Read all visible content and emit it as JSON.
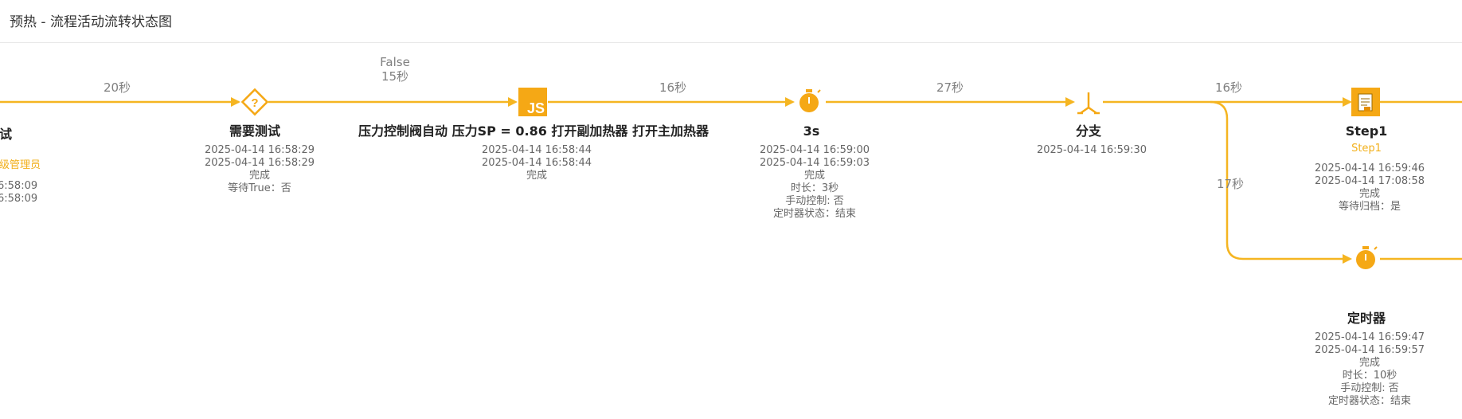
{
  "header": {
    "title": "预热 - 流程活动流转状态图"
  },
  "colors": {
    "accent": "#f5a815",
    "line": "#f5b521",
    "text_muted": "#808080",
    "text": "#222222"
  },
  "edges": [
    {
      "label": "20秒"
    },
    {
      "condition": "False",
      "label": "15秒"
    },
    {
      "label": "16秒"
    },
    {
      "label": "27秒"
    },
    {
      "label": "16秒"
    },
    {
      "label": "17秒"
    }
  ],
  "nodes": {
    "partial": {
      "title": "测试",
      "assignee": "超级管理员",
      "times": [
        "6:58:09",
        "6:58:09"
      ]
    },
    "decision": {
      "icon": "question-diamond-icon",
      "title": "需要测试",
      "lines": [
        "2025-04-14 16:58:29",
        "2025-04-14 16:58:29",
        "完成",
        "等待True：否"
      ]
    },
    "script": {
      "icon": "js-icon",
      "title": "压力控制阀自动 压力SP = 0.86 打开副加热器 打开主加热器",
      "lines": [
        "2025-04-14 16:58:44",
        "2025-04-14 16:58:44",
        "完成"
      ]
    },
    "timer1": {
      "icon": "stopwatch-icon",
      "title": "3s",
      "lines": [
        "2025-04-14 16:59:00",
        "2025-04-14 16:59:03",
        "完成",
        "时长：3秒",
        "手动控制: 否",
        "定时器状态：结束"
      ]
    },
    "fork": {
      "icon": "fork-icon",
      "title": "分支",
      "lines": [
        "2025-04-14 16:59:30"
      ]
    },
    "step1": {
      "icon": "document-icon",
      "title": "Step1",
      "subtitle": "Step1",
      "lines": [
        "2025-04-14 16:59:46",
        "2025-04-14 17:08:58",
        "完成",
        "等待归档：是"
      ]
    },
    "timer2": {
      "icon": "stopwatch-icon",
      "title": "定时器",
      "lines": [
        "2025-04-14 16:59:47",
        "2025-04-14 16:59:57",
        "完成",
        "时长：10秒",
        "手动控制: 否",
        "定时器状态：结束"
      ]
    }
  }
}
